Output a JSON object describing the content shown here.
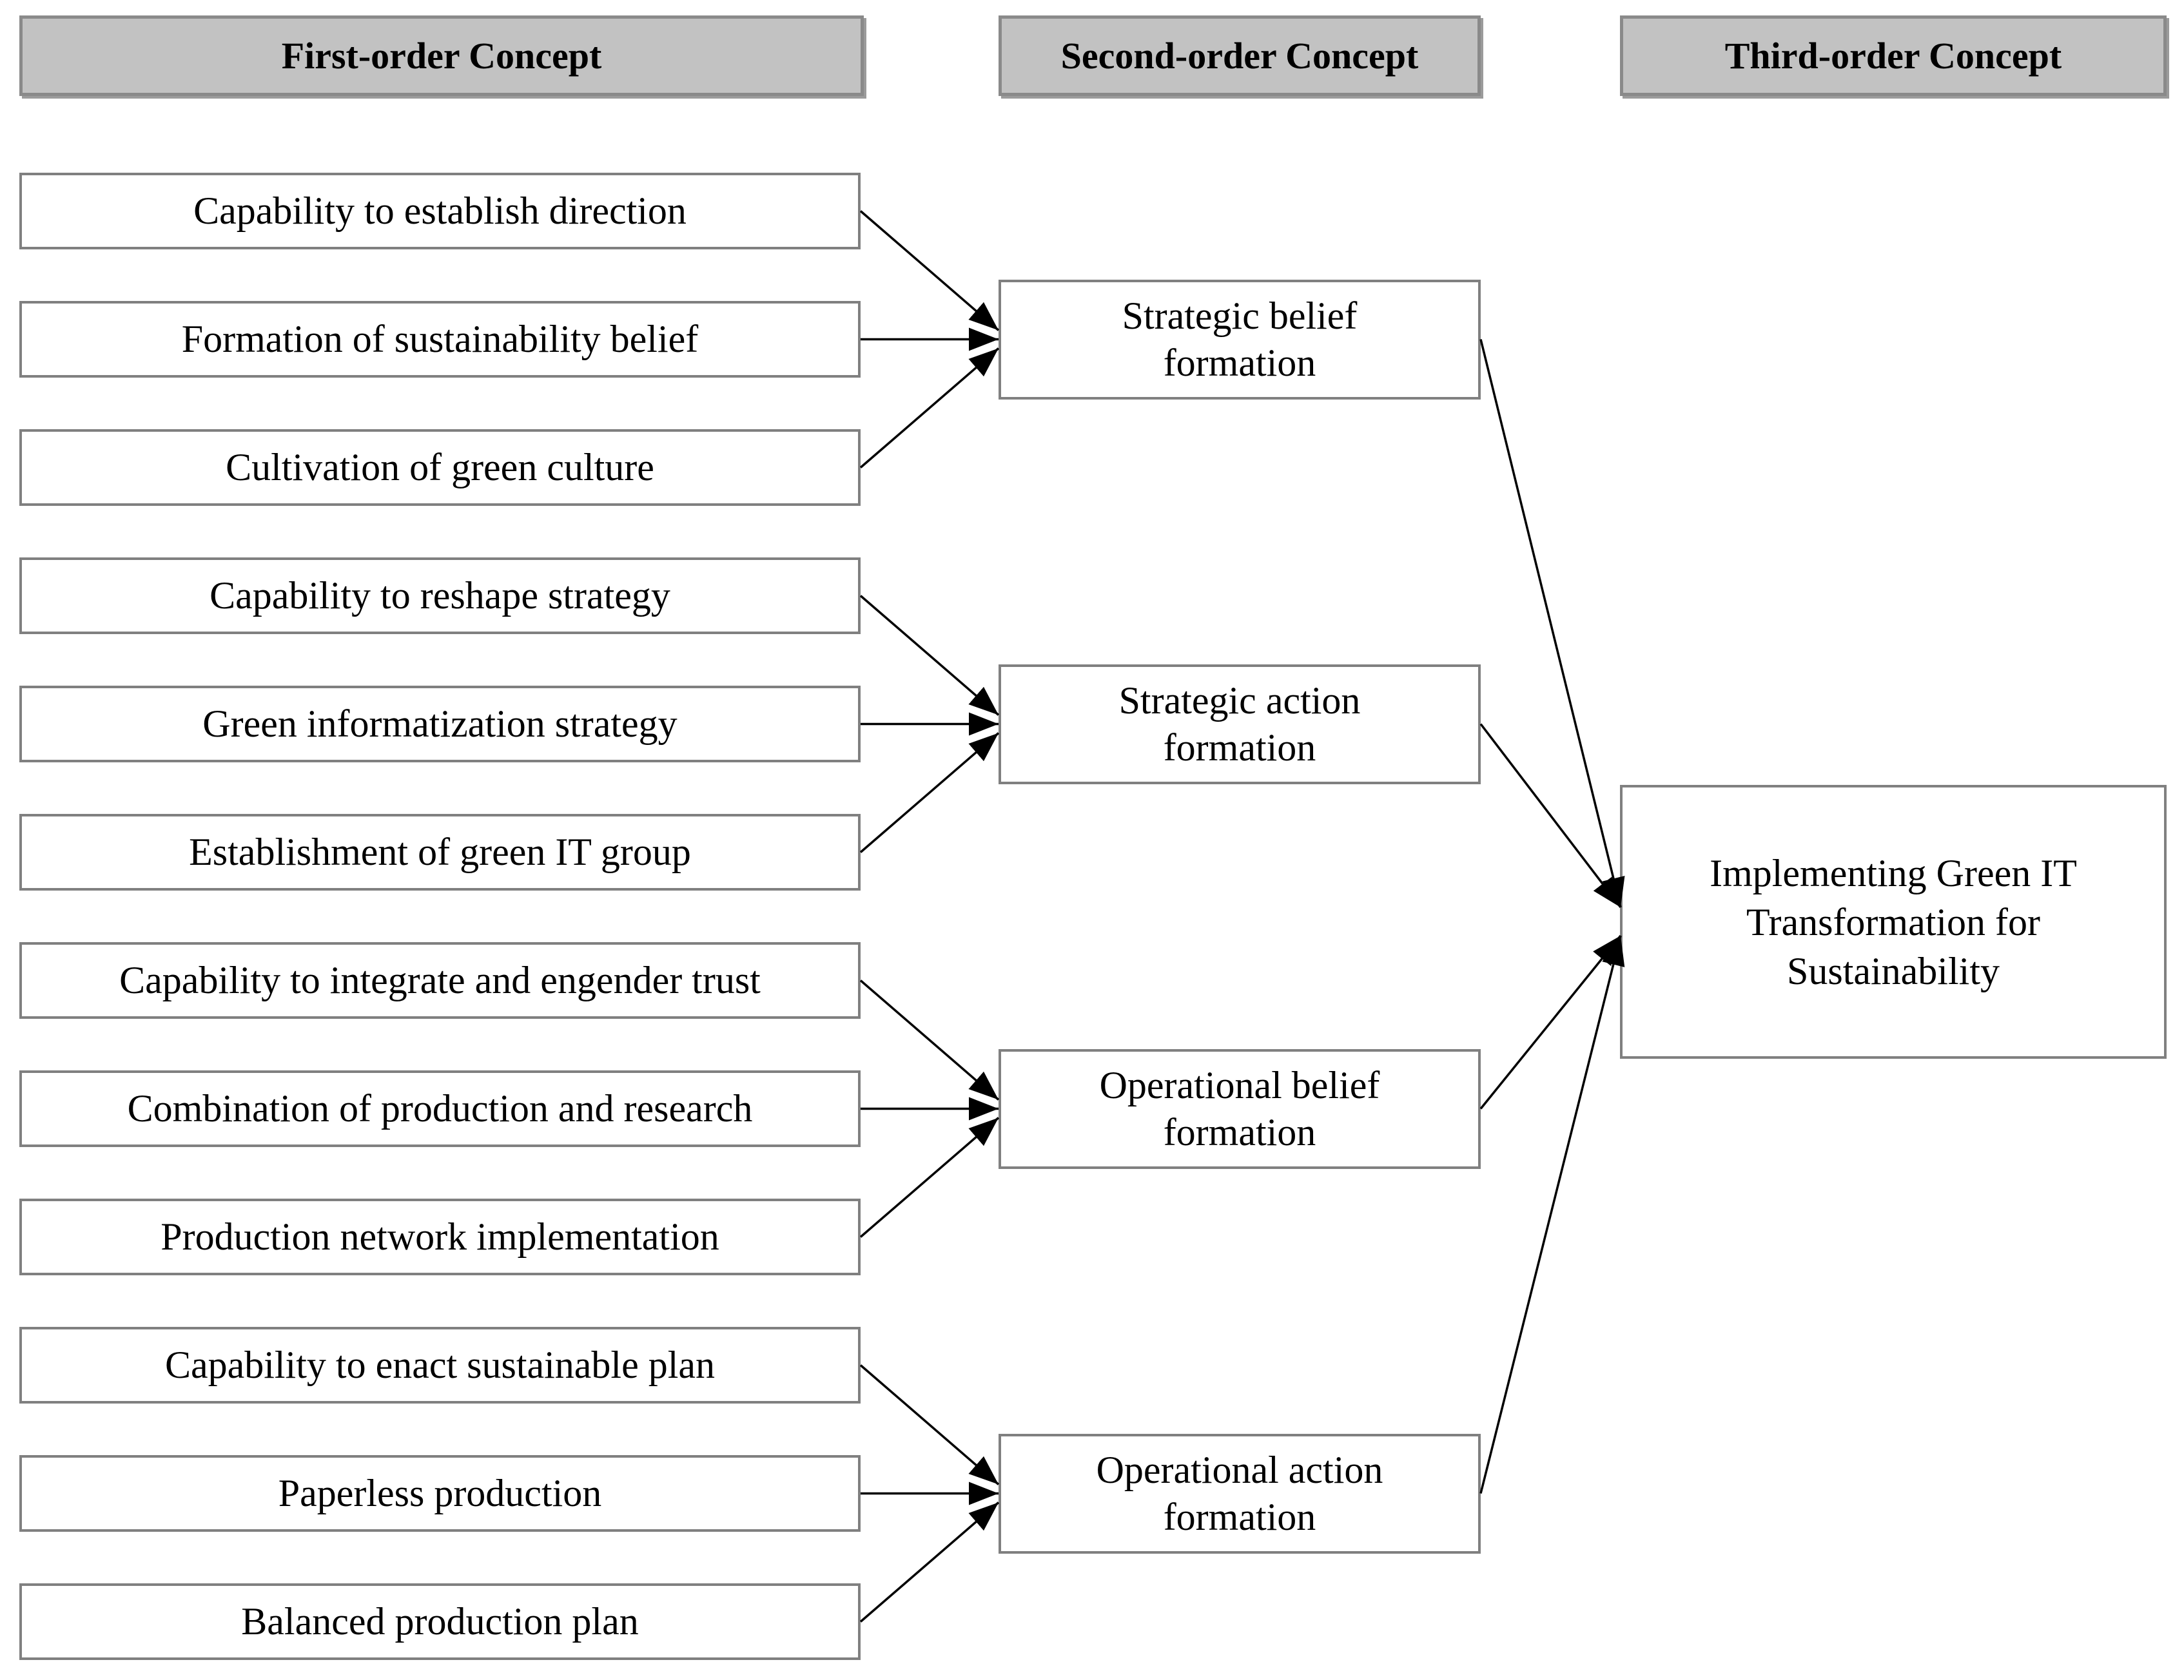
{
  "headers": {
    "first": "First-order Concept",
    "second": "Second-order Concept",
    "third": "Third-order Concept"
  },
  "first_order": [
    "Capability to establish direction",
    "Formation of sustainability belief",
    "Cultivation of green culture",
    "Capability to reshape strategy",
    "Green informatization strategy",
    "Establishment of green IT group",
    "Capability to integrate and engender trust",
    "Combination of production and research",
    "Production network implementation",
    "Capability to enact sustainable plan",
    "Paperless production",
    "Balanced production plan"
  ],
  "second_order": [
    {
      "label": "Strategic belief formation",
      "lines": [
        "Strategic belief",
        "formation"
      ]
    },
    {
      "label": "Strategic action formation",
      "lines": [
        "Strategic action",
        "formation"
      ]
    },
    {
      "label": "Operational belief formation",
      "lines": [
        "Operational belief",
        "formation"
      ]
    },
    {
      "label": "Operational action formation",
      "lines": [
        "Operational action",
        "formation"
      ]
    }
  ],
  "third_order": {
    "label": "Implementing Green IT Transformation for Sustainability",
    "lines": [
      "Implementing Green IT",
      "Transformation for",
      "Sustainability"
    ]
  },
  "colors": {
    "background": "#ffffff",
    "header_fill": "#c2c2c2",
    "header_border": "#8a8a8a",
    "box_border": "#808080",
    "text": "#000000",
    "arrow": "#000000"
  }
}
